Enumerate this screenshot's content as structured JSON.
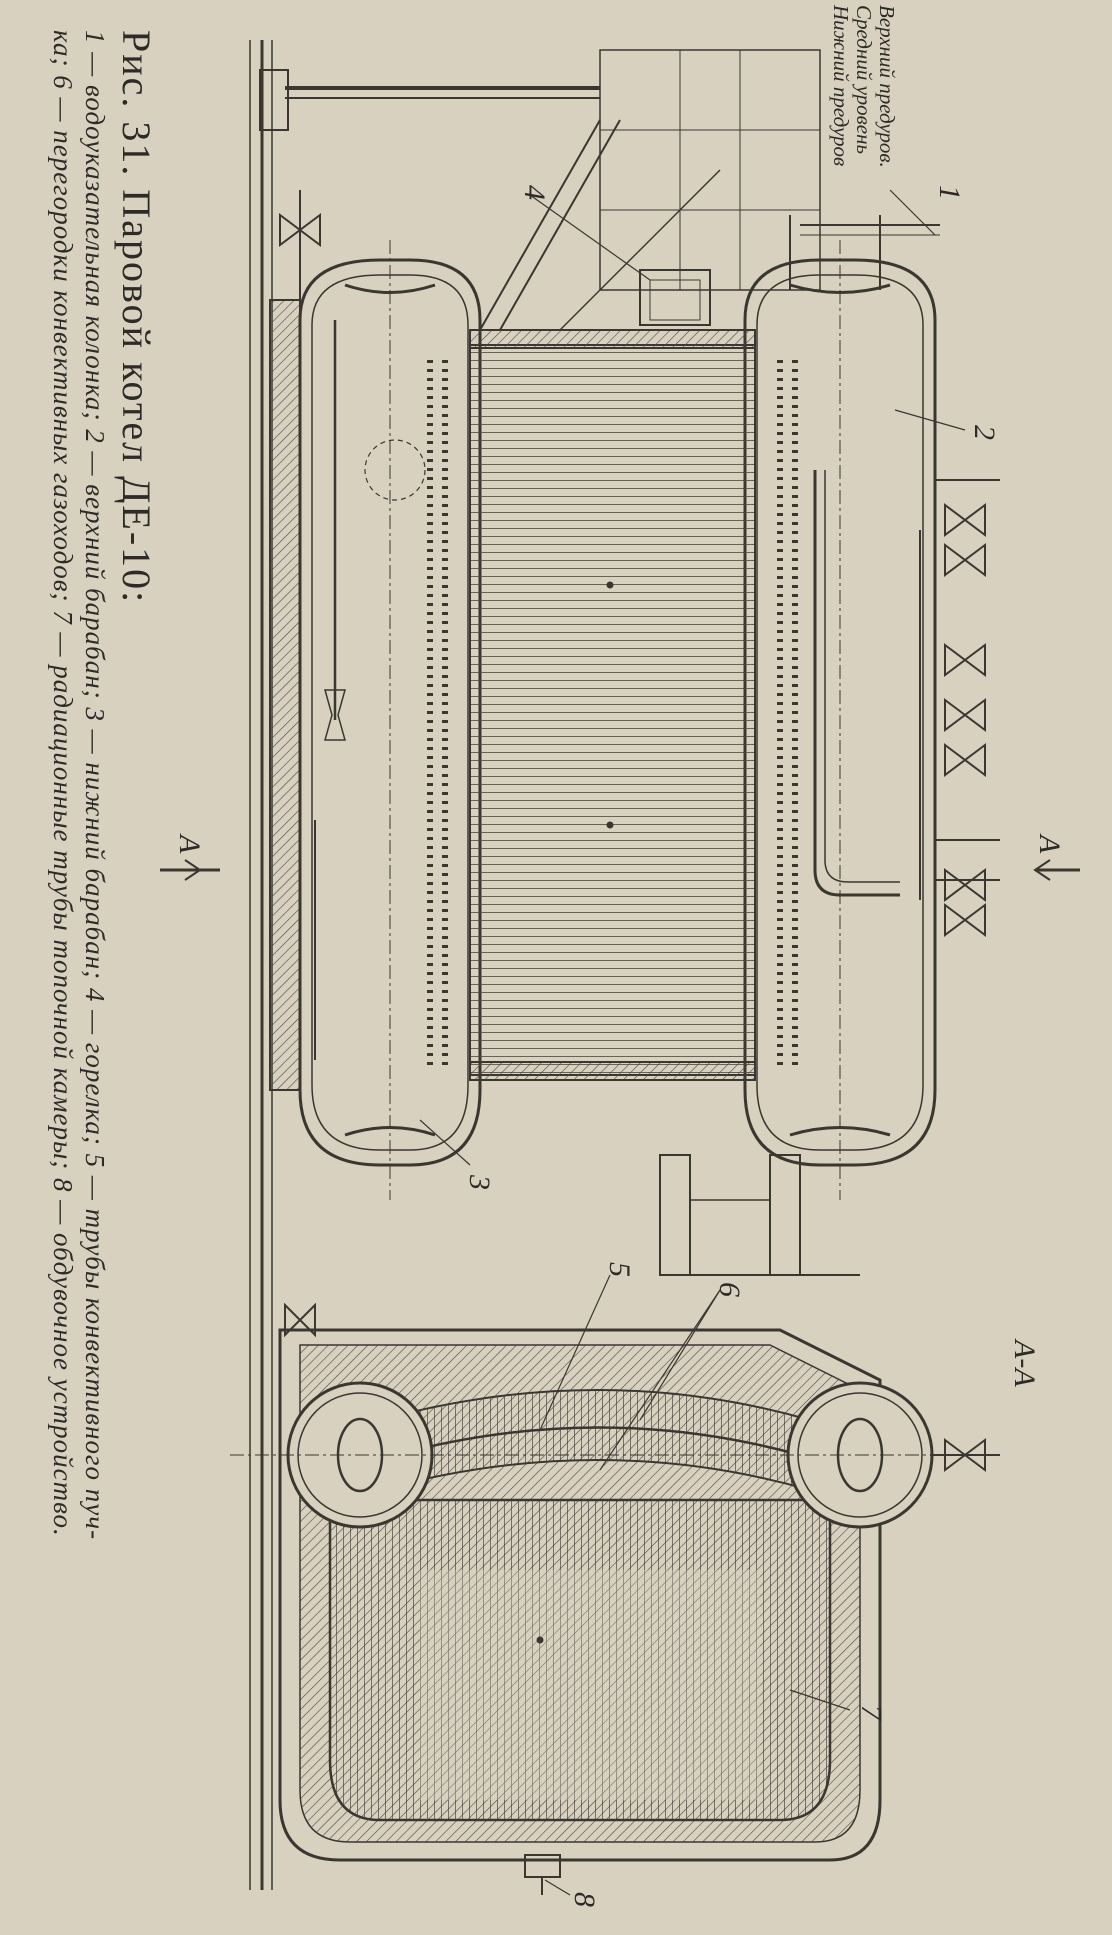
{
  "caption": {
    "title": "Рис. 31. Паровой котел ДЕ-10:",
    "line1": "1 — водоуказательная колонка; 2 — верхний барабан; 3 — нижний барабан; 4 — горелка; 5 — трубы конвективного пуч-",
    "line2": "ка; 6 — перегородки конвективных газоходов; 7 — радиационные трубы топочной камеры; 8 — обдувочное устройство."
  },
  "labels": {
    "l1": "1",
    "l2": "2",
    "l3": "3",
    "l4": "4",
    "l5": "5",
    "l6": "6",
    "l7": "7",
    "l8": "8",
    "level_top": "Верхний предуров.",
    "level_mid": "Средний уровень",
    "level_low": "Нижний предуров",
    "section_a_left": "A",
    "section_a_right": "A",
    "section_aa": "A-A"
  },
  "colors": {
    "ink": "#3a3731",
    "paper": "#d8d1c0",
    "hatch": "#5a554c"
  }
}
